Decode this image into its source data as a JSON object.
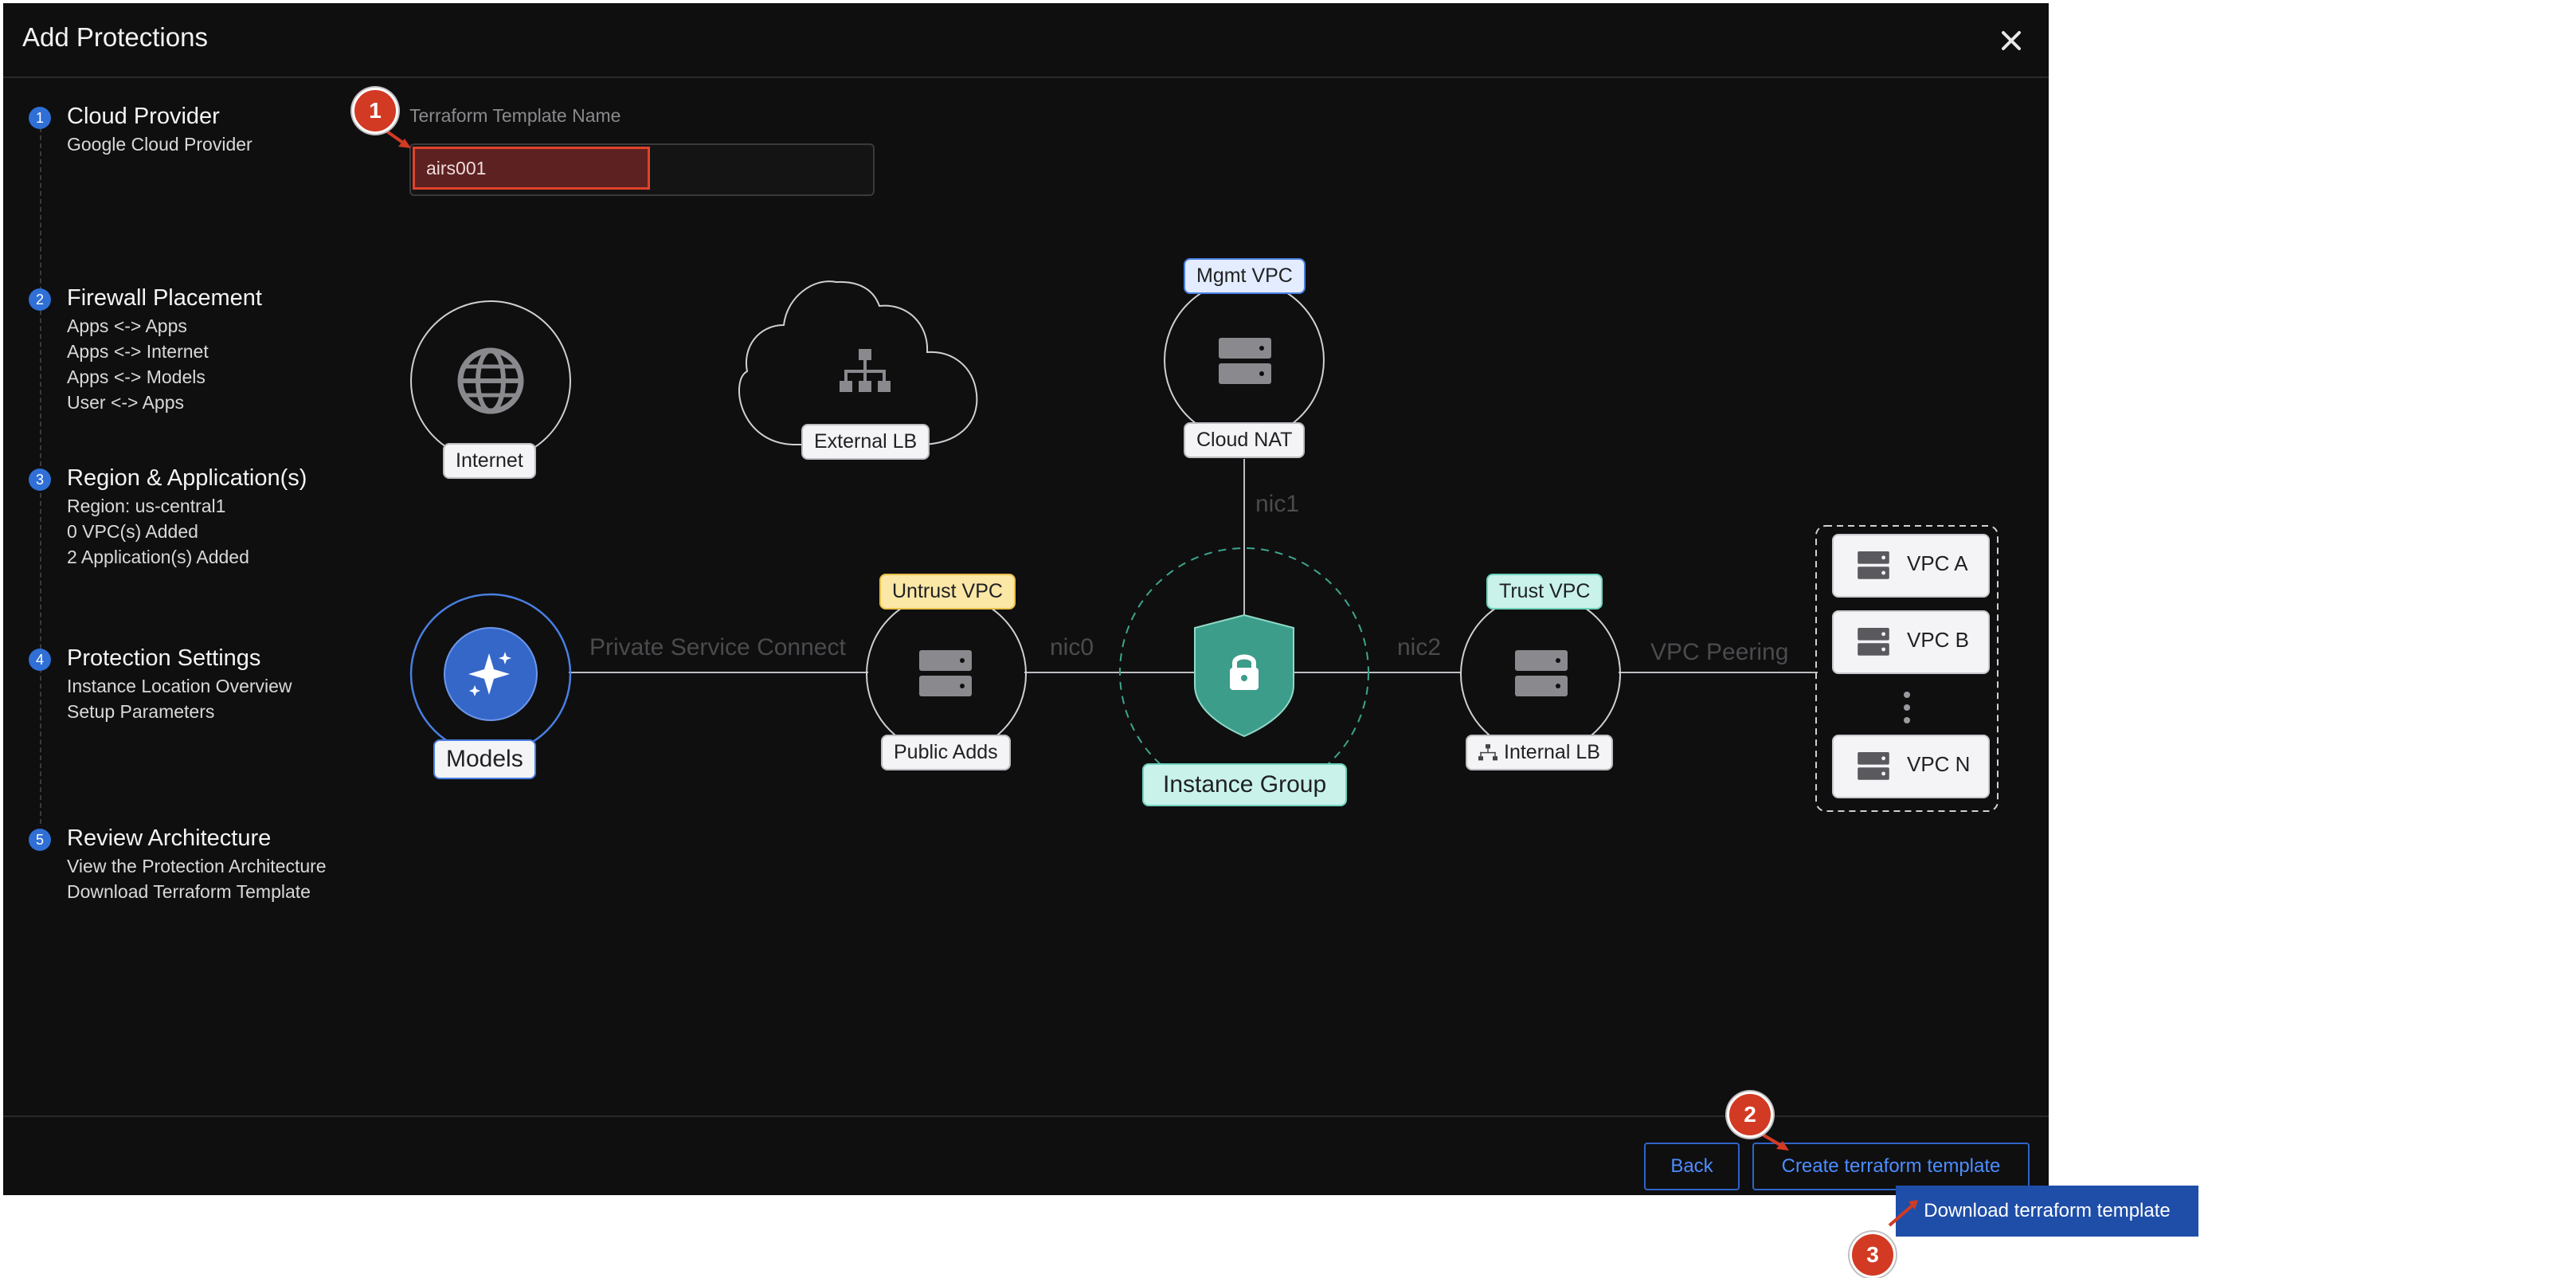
{
  "dialog": {
    "title": "Add Protections"
  },
  "steps": [
    {
      "number": "1",
      "title": "Cloud Provider",
      "details": [
        "Google Cloud Provider"
      ]
    },
    {
      "number": "2",
      "title": "Firewall Placement",
      "details": [
        "Apps <-> Apps",
        "Apps <-> Internet",
        "Apps <-> Models",
        "User <-> Apps"
      ]
    },
    {
      "number": "3",
      "title": "Region & Application(s)",
      "details": [
        "Region: us-central1",
        "0 VPC(s) Added",
        "2 Application(s) Added"
      ]
    },
    {
      "number": "4",
      "title": "Protection Settings",
      "details": [
        "Instance Location Overview",
        "Setup Parameters"
      ]
    },
    {
      "number": "5",
      "title": "Review Architecture",
      "details": [
        "View the Protection Architecture",
        "Download Terraform Template"
      ]
    }
  ],
  "template_name": {
    "label": "Terraform Template Name",
    "value": "airs001"
  },
  "diagram": {
    "internet": "Internet",
    "external_lb": "External LB",
    "mgmt_vpc": "Mgmt VPC",
    "cloud_nat": "Cloud NAT",
    "nic1": "nic1",
    "models": "Models",
    "private_service_connect": "Private Service Connect",
    "untrust_vpc": "Untrust VPC",
    "public_adds": "Public Adds",
    "nic0": "nic0",
    "instance_group": "Instance Group",
    "nic2": "nic2",
    "trust_vpc": "Trust VPC",
    "internal_lb": "Internal LB",
    "vpc_peering": "VPC Peering",
    "vpcs": [
      "VPC A",
      "VPC B",
      "VPC N"
    ]
  },
  "footer": {
    "back": "Back",
    "create": "Create terraform template"
  },
  "dropdown": {
    "download": "Download terraform template"
  },
  "callouts": [
    "1",
    "2",
    "3"
  ],
  "colors": {
    "accent": "#2f6fd6",
    "callout": "#d33a23",
    "untrust_tag": "#fbe7a6",
    "trust_tag": "#c9f2ea",
    "mgmt_tag": "#e3edff",
    "shield": "#3c9d8a"
  }
}
